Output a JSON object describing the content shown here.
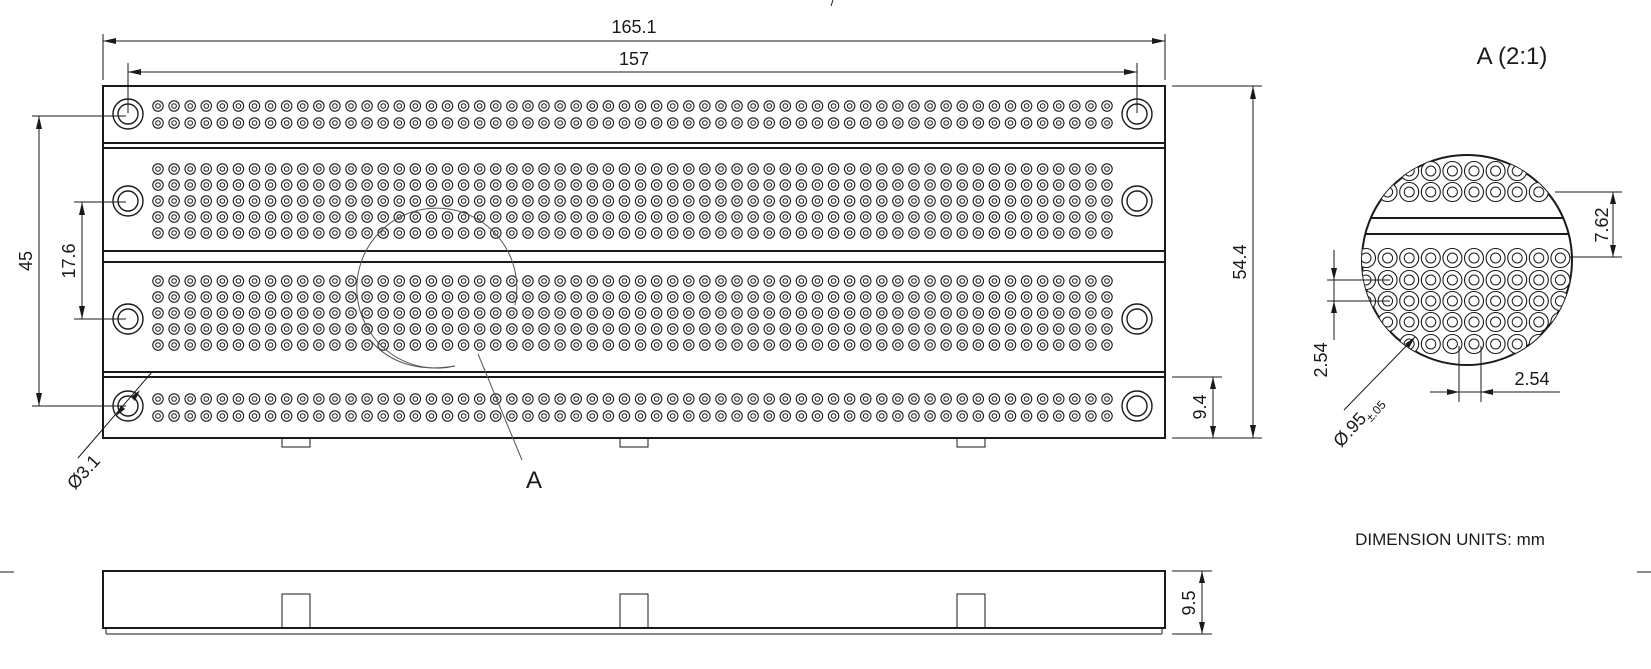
{
  "drawing": {
    "view_label": "A",
    "detail_title": "A (2:1)",
    "units_note": "DIMENSION UNITS:  mm",
    "dims": {
      "overall_length": "165.1",
      "hole_spacing_length": "157",
      "overall_width": "54.4",
      "mount_spacing_width": "45",
      "center_gap": "17.6",
      "rail_width": "9.4",
      "mount_hole_dia": "Ø3.1",
      "height": "9.5",
      "pitch_vertical": "2.54",
      "pitch_horizontal": "2.54",
      "row_gap": "7.62",
      "hole_dia": "Ø.95",
      "hole_dia_tol": "±.05"
    }
  }
}
